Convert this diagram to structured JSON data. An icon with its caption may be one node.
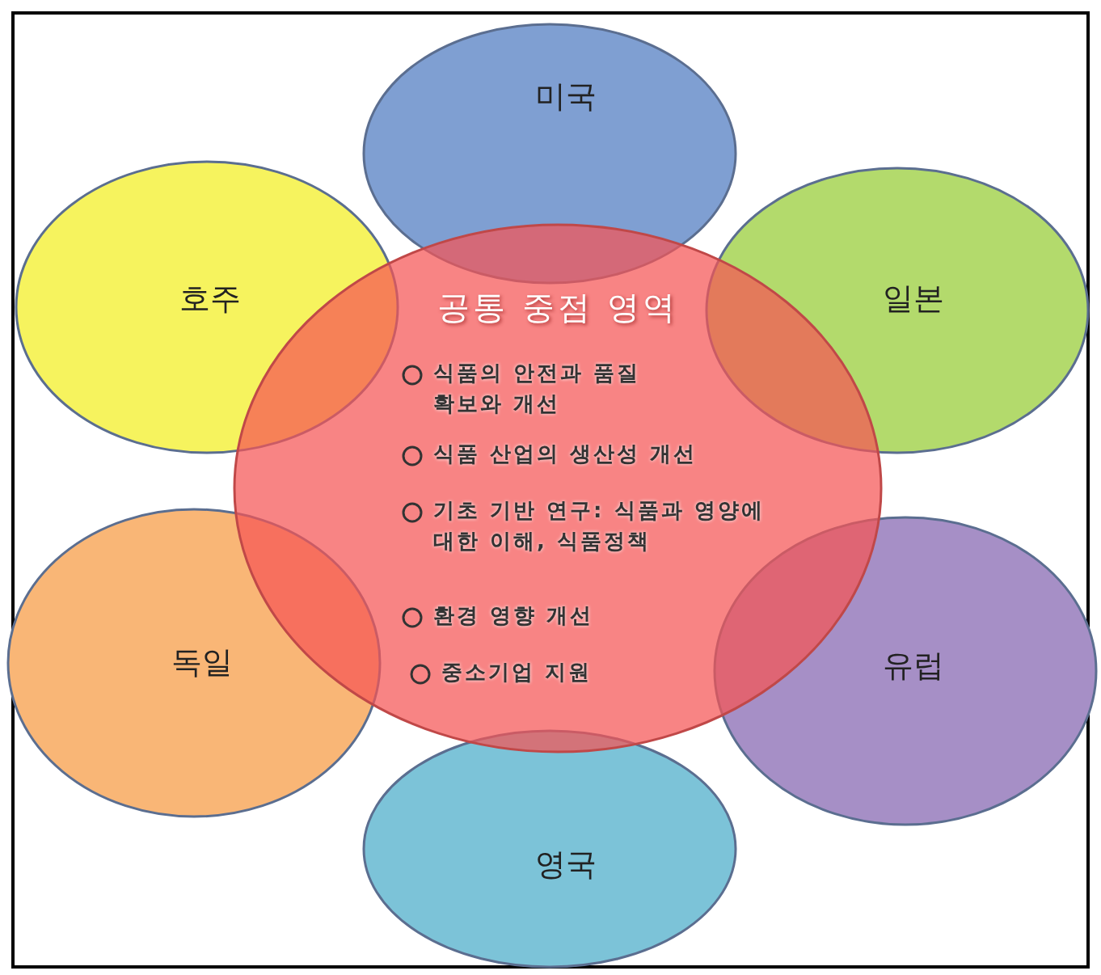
{
  "diagram": {
    "nodes": [
      {
        "text": [
          "미국"
        ]
      },
      {
        "text": [
          "호주"
        ]
      },
      {
        "text": [
          "일본"
        ]
      },
      {
        "text": [
          "독일"
        ]
      },
      {
        "text": [
          "유럽"
        ]
      },
      {
        "text": [
          "영국"
        ]
      },
      {
        "text": [
          "공통 중점 영역",
          "식품의 안전과 품질 확보와 개선",
          "식품 산업의 생산성 개선",
          "기초 기반 연구: 식품과 영양에 대한 이해, 식품정책",
          "환경 영향 개선",
          "중소기업 지원"
        ]
      }
    ]
  }
}
